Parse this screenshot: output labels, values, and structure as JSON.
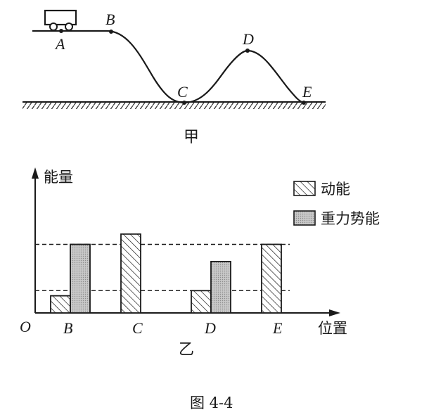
{
  "track": {
    "points": [
      "A",
      "B",
      "C",
      "D",
      "E"
    ],
    "label": "甲"
  },
  "chart_data": {
    "type": "bar",
    "ylabel": "能量",
    "xlabel": "位置",
    "origin": "O",
    "categories": [
      "B",
      "C",
      "D",
      "E"
    ],
    "series": [
      {
        "name": "动能",
        "pattern": "hatched",
        "values": [
          1,
          4.6,
          1.3,
          4.0
        ]
      },
      {
        "name": "重力势能",
        "pattern": "gray",
        "values": [
          4.0,
          null,
          3.0,
          null
        ]
      }
    ],
    "reference_levels": [
      4.0,
      1.3
    ],
    "ylim": [
      0,
      8
    ],
    "label": "乙"
  },
  "caption": "图 4-4"
}
